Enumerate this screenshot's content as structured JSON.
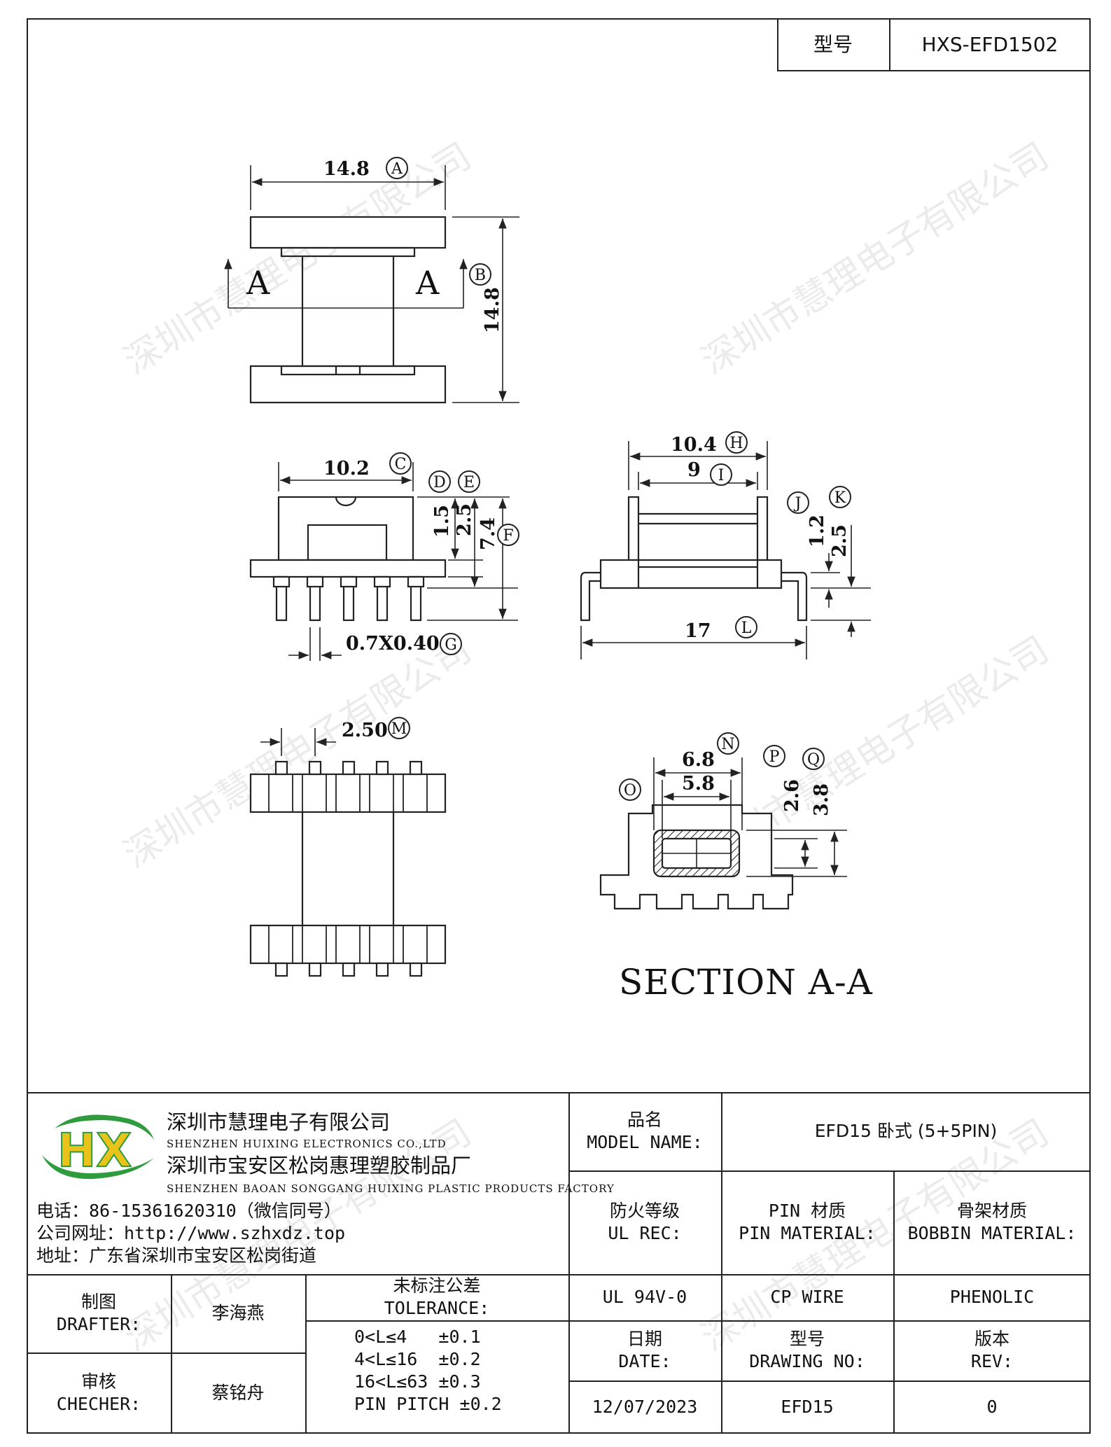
{
  "header": {
    "model_label": "型号",
    "model_value": "HXS-EFD1502"
  },
  "watermark": "深圳市慧理电子有限公司",
  "drawing": {
    "dim_a": "14.8",
    "dim_b": "14.8",
    "dim_c": "10.2",
    "dim_d": "1.5",
    "dim_e": "2.5",
    "dim_f": "7.4",
    "dim_g": "0.7X0.40",
    "dim_h": "10.4",
    "dim_i": "9",
    "dim_j": "1.2",
    "dim_k": "2.5",
    "dim_l": "17",
    "dim_m": "2.50",
    "dim_n": "6.8",
    "dim_n2": "5.8",
    "dim_p": "2.6",
    "dim_q": "3.8",
    "section_arrow_label": "A",
    "section_title": "SECTION A-A",
    "markers": [
      "A",
      "B",
      "C",
      "D",
      "E",
      "F",
      "G",
      "H",
      "I",
      "J",
      "K",
      "L",
      "M",
      "N",
      "O",
      "P",
      "Q"
    ]
  },
  "company": {
    "logo_text": "HX",
    "name_cn": "深圳市慧理电子有限公司",
    "name_en": "SHENZHEN HUIXING ELECTRONICS CO.,LTD",
    "factory_cn": "深圳市宝安区松岗惠理塑胶制品厂",
    "factory_en": "SHENZHEN BAOAN SONGGANG HUIXING PLASTIC PRODUCTS FACTORY",
    "phone": "电话：86-15361620310（微信同号）",
    "website": "公司网址：http://www.szhxdz.top",
    "address": "地址：广东省深圳市宝安区松岗街道"
  },
  "title_block": {
    "model_name_label_cn": "品名",
    "model_name_label_en": "MODEL NAME:",
    "model_name_value": "EFD15 卧式 (5+5PIN)",
    "ul_label_cn": "防火等级",
    "ul_label_en": "UL REC:",
    "pin_mat_label_cn": "PIN 材质",
    "pin_mat_label_en": "PIN MATERIAL:",
    "bobbin_label_cn": "骨架材质",
    "bobbin_label_en": "BOBBIN MATERIAL:",
    "ul_value": "UL 94V-0",
    "pin_mat_value": "CP WIRE",
    "bobbin_value": "PHENOLIC",
    "drafter_label_cn": "制图",
    "drafter_label_en": "DRAFTER:",
    "drafter_name": "李海燕",
    "checker_label_cn": "审核",
    "checker_label_en": "CHECHER:",
    "checker_name": "蔡铭舟",
    "tolerance_label_cn": "未标注公差",
    "tolerance_label_en": "TOLERANCE:",
    "tolerance_lines": [
      "0<L≤4   ±0.1",
      "4<L≤16  ±0.2",
      "16<L≤63 ±0.3",
      "PIN PITCH ±0.2"
    ],
    "date_label_cn": "日期",
    "date_label_en": "DATE:",
    "drawing_no_label_cn": "型号",
    "drawing_no_label_en": "DRAWING NO:",
    "rev_label_cn": "版本",
    "rev_label_en": "REV:",
    "date_value": "12/07/2023",
    "drawing_no_value": "EFD15",
    "rev_value": "0"
  },
  "colors": {
    "line": "#222222",
    "logo_green": "#2e9c3c",
    "logo_yellow": "#e9c21a"
  }
}
